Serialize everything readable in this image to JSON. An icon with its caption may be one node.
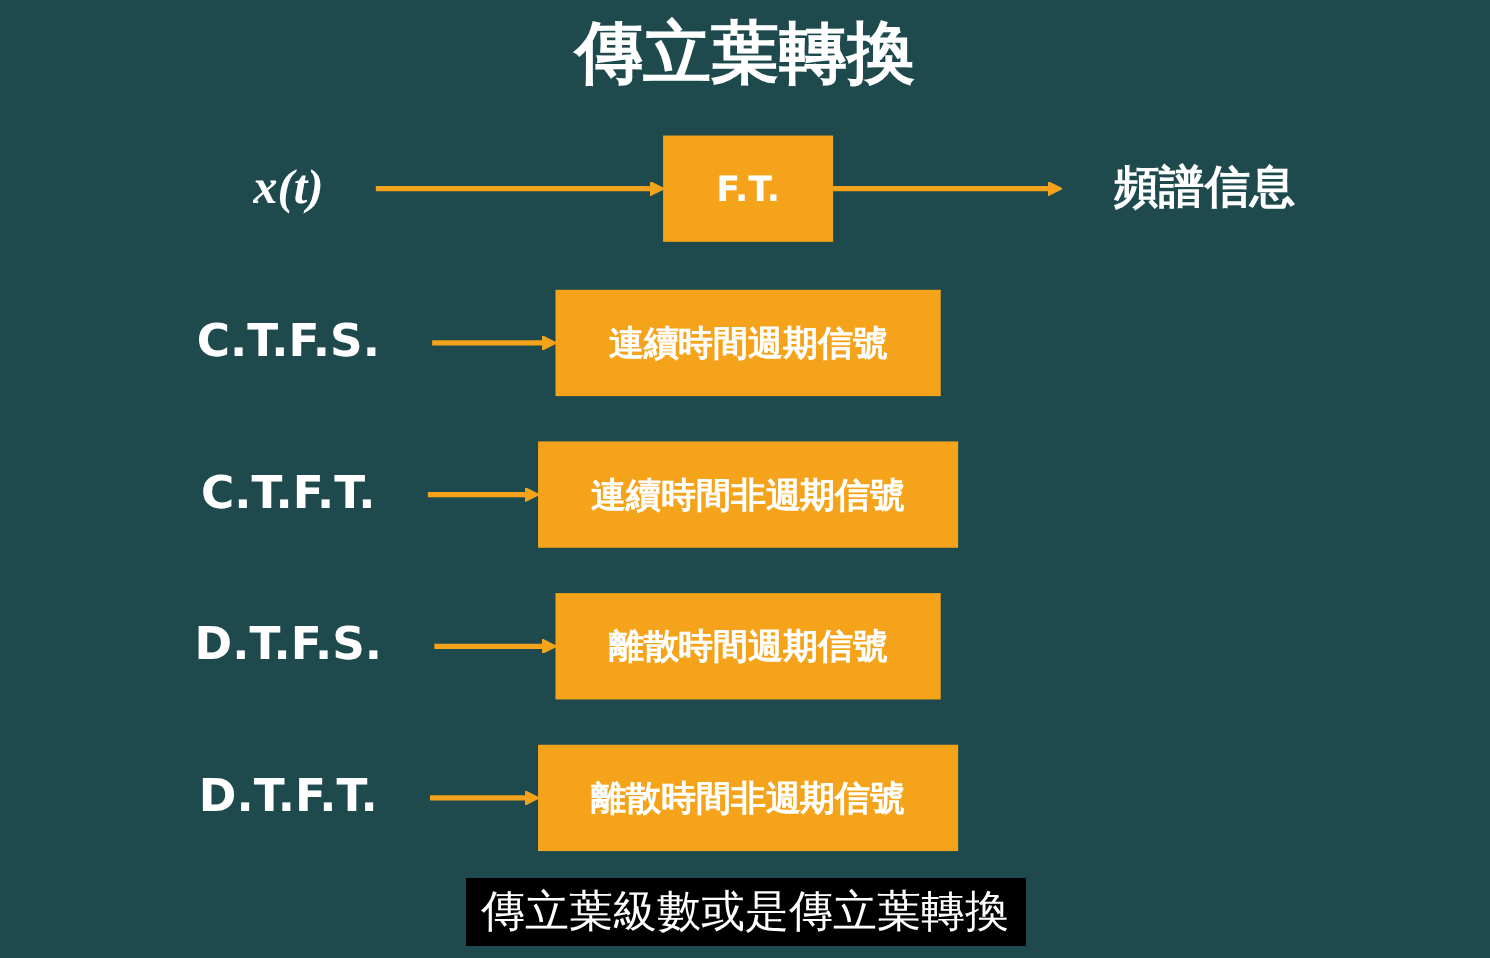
{
  "diagram": {
    "title": "傳立葉轉換",
    "caption": "傳立葉級數或是傳立葉轉換",
    "nodes": [
      {
        "text": [
          "x(t)"
        ]
      },
      {
        "text": [
          "F.T."
        ]
      },
      {
        "text": [
          "頻譜信息"
        ]
      },
      {
        "text": [
          "C.T.F.S."
        ]
      },
      {
        "text": [
          "連續時間週期信號"
        ]
      },
      {
        "text": [
          "C.T.F.T."
        ]
      },
      {
        "text": [
          "連續時間非週期信號"
        ]
      },
      {
        "text": [
          "D.T.F.S."
        ]
      },
      {
        "text": [
          "離散時間週期信號"
        ]
      },
      {
        "text": [
          "D.T.F.T."
        ]
      },
      {
        "text": [
          "離散時間非週期信號"
        ]
      }
    ],
    "edges": [
      {
        "from": 0,
        "to": 1,
        "arrow": "to"
      },
      {
        "from": 1,
        "to": 2,
        "arrow": "to"
      },
      {
        "from": 3,
        "to": 4,
        "arrow": "to"
      },
      {
        "from": 5,
        "to": 6,
        "arrow": "to"
      },
      {
        "from": 7,
        "to": 8,
        "arrow": "to"
      },
      {
        "from": 9,
        "to": 10,
        "arrow": "to"
      }
    ]
  }
}
